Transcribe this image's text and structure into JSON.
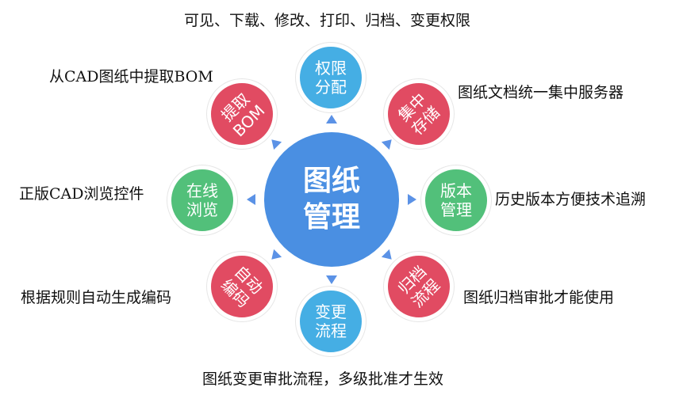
{
  "colors": {
    "center": "#4a8fe2",
    "blue": "#45aee4",
    "red": "#e14b62",
    "green": "#52c07a",
    "arrow": "#5b92e6"
  },
  "center": {
    "label": "图纸\n管理"
  },
  "nodes": [
    {
      "id": "permission",
      "label": "权限\n分配",
      "color": "blue",
      "rotation": 0,
      "caption": "可见、下载、修改、打印、归档、变更权限"
    },
    {
      "id": "central-storage",
      "label": "集中\n存储",
      "color": "red",
      "rotation": -45,
      "caption": "图纸文档统一集中服务器"
    },
    {
      "id": "version-management",
      "label": "版本\n管理",
      "color": "green",
      "rotation": 0,
      "caption": "历史版本方便技术追溯"
    },
    {
      "id": "archive-flow",
      "label": "归档\n流程",
      "color": "red",
      "rotation": -45,
      "caption": "图纸归档审批才能使用"
    },
    {
      "id": "change-flow",
      "label": "变更\n流程",
      "color": "blue",
      "rotation": 0,
      "caption": "图纸变更审批流程，多级批准才生效"
    },
    {
      "id": "auto-encode",
      "label": "自动\n编码",
      "color": "red",
      "rotation": 45,
      "caption": "根据规则自动生成编码"
    },
    {
      "id": "online-browse",
      "label": "在线\n浏览",
      "color": "green",
      "rotation": 0,
      "caption": "正版CAD浏览控件"
    },
    {
      "id": "extract-bom",
      "label": "提取\nBOM",
      "color": "red",
      "rotation": -45,
      "caption": "从CAD图纸中提取BOM"
    }
  ]
}
